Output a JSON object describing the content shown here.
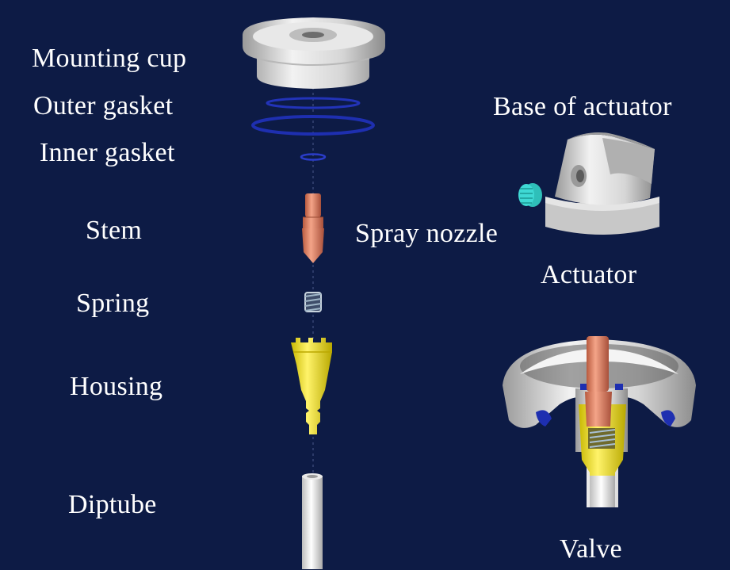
{
  "labels": {
    "mounting_cup": "Mounting cup",
    "outer_gasket": "Outer gasket",
    "inner_gasket": "Inner gasket",
    "stem": "Stem",
    "spring": "Spring",
    "housing": "Housing",
    "diptube": "Diptube",
    "base_of_actuator": "Base of actuator",
    "spray_nozzle": "Spray nozzle",
    "actuator": "Actuator",
    "valve": "Valve"
  },
  "colors": {
    "background": "#0d1b45",
    "label": "#ffffff",
    "metal": "#e2e2e2",
    "gasket": "#1e2fb0",
    "stem": "#e88a6a",
    "housing": "#f0e018",
    "nozzle": "#3fd9d4"
  }
}
